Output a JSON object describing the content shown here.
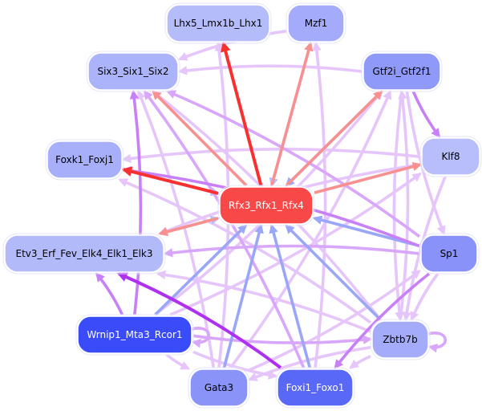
{
  "diagram": {
    "type": "directed-network",
    "nodes": [
      {
        "id": "Lhx5_Lmx1b_Lhx1",
        "label": "Lhx5_Lmx1b_Lhx1",
        "fill": "#b5bcfa",
        "text": "#000000"
      },
      {
        "id": "Mzf1",
        "label": "Mzf1",
        "fill": "#a3abfa",
        "text": "#000000"
      },
      {
        "id": "Six3_Six1_Six2",
        "label": "Six3_Six1_Six2",
        "fill": "#abb3fa",
        "text": "#000000"
      },
      {
        "id": "Gtf2i_Gtf2f1",
        "label": "Gtf2i_Gtf2f1",
        "fill": "#8f99f8",
        "text": "#000000"
      },
      {
        "id": "Foxk1_Foxj1",
        "label": "Foxk1_Foxj1",
        "fill": "#a7affa",
        "text": "#000000"
      },
      {
        "id": "Klf8",
        "label": "Klf8",
        "fill": "#b7befa",
        "text": "#000000"
      },
      {
        "id": "Rfx3_Rfx1_Rfx4",
        "label": "Rfx3_Rfx1_Rfx4",
        "fill": "#f84848",
        "text": "#ffffff"
      },
      {
        "id": "Etv3_Erf_Fev_Elk4_Elk1_Elk3",
        "label": "Etv3_Erf_Fev_Elk4_Elk1_Elk3",
        "fill": "#b3bafa",
        "text": "#000000"
      },
      {
        "id": "Sp1",
        "label": "Sp1",
        "fill": "#8892f8",
        "text": "#000000"
      },
      {
        "id": "Wrnip1_Mta3_Rcor1",
        "label": "Wrnip1_Mta3_Rcor1",
        "fill": "#3a4cfa",
        "text": "#ffffff"
      },
      {
        "id": "Zbtb7b",
        "label": "Zbtb7b",
        "fill": "#a4acfa",
        "text": "#000000"
      },
      {
        "id": "Gata3",
        "label": "Gata3",
        "fill": "#8a94f8",
        "text": "#000000"
      },
      {
        "id": "Foxi1_Foxo1",
        "label": "Foxi1_Foxo1",
        "fill": "#5a68f8",
        "text": "#ffffff"
      }
    ],
    "edge_colors": {
      "red": "#f83030",
      "salmon": "#f89090",
      "blue": "#9aa6f8",
      "light_blue": "#b8c0f8",
      "purple": "#c880f8",
      "light_purple": "#e6c6fa",
      "mid_purple": "#d8a6fa",
      "violet": "#b030f0"
    },
    "edges": [
      {
        "from": "Rfx3_Rfx1_Rfx4",
        "to": "Lhx5_Lmx1b_Lhx1",
        "color": "red"
      },
      {
        "from": "Rfx3_Rfx1_Rfx4",
        "to": "Mzf1",
        "color": "salmon"
      },
      {
        "from": "Mzf1",
        "to": "Rfx3_Rfx1_Rfx4",
        "color": "light_blue"
      },
      {
        "from": "Rfx3_Rfx1_Rfx4",
        "to": "Six3_Six1_Six2",
        "color": "salmon"
      },
      {
        "from": "Rfx3_Rfx1_Rfx4",
        "to": "Foxk1_Foxj1",
        "color": "red"
      },
      {
        "from": "Foxk1_Foxj1",
        "to": "Rfx3_Rfx1_Rfx4",
        "color": "light_blue"
      },
      {
        "from": "Rfx3_Rfx1_Rfx4",
        "to": "Gtf2i_Gtf2f1",
        "color": "salmon"
      },
      {
        "from": "Gtf2i_Gtf2f1",
        "to": "Rfx3_Rfx1_Rfx4",
        "color": "blue"
      },
      {
        "from": "Rfx3_Rfx1_Rfx4",
        "to": "Klf8",
        "color": "salmon"
      },
      {
        "from": "Rfx3_Rfx1_Rfx4",
        "to": "Etv3_Erf_Fev_Elk4_Elk1_Elk3",
        "color": "salmon"
      },
      {
        "from": "Etv3_Erf_Fev_Elk4_Elk1_Elk3",
        "to": "Rfx3_Rfx1_Rfx4",
        "color": "light_blue"
      },
      {
        "from": "Sp1",
        "to": "Rfx3_Rfx1_Rfx4",
        "color": "blue"
      },
      {
        "from": "Wrnip1_Mta3_Rcor1",
        "to": "Rfx3_Rfx1_Rfx4",
        "color": "blue"
      },
      {
        "from": "Gata3",
        "to": "Rfx3_Rfx1_Rfx4",
        "color": "blue"
      },
      {
        "from": "Foxi1_Foxo1",
        "to": "Rfx3_Rfx1_Rfx4",
        "color": "blue"
      },
      {
        "from": "Zbtb7b",
        "to": "Rfx3_Rfx1_Rfx4",
        "color": "blue"
      },
      {
        "from": "Gtf2i_Gtf2f1",
        "to": "Klf8",
        "color": "purple"
      },
      {
        "from": "Mzf1",
        "to": "Six3_Six1_Six2",
        "color": "light_purple"
      },
      {
        "from": "Gtf2i_Gtf2f1",
        "to": "Six3_Six1_Six2",
        "color": "light_purple"
      },
      {
        "from": "Sp1",
        "to": "Six3_Six1_Six2",
        "color": "mid_purple"
      },
      {
        "from": "Zbtb7b",
        "to": "Six3_Six1_Six2",
        "color": "light_purple"
      },
      {
        "from": "Wrnip1_Mta3_Rcor1",
        "to": "Six3_Six1_Six2",
        "color": "purple"
      },
      {
        "from": "Gata3",
        "to": "Six3_Six1_Six2",
        "color": "light_purple"
      },
      {
        "from": "Gata3",
        "to": "Lhx5_Lmx1b_Lhx1",
        "color": "light_purple"
      },
      {
        "from": "Foxi1_Foxo1",
        "to": "Mzf1",
        "color": "light_purple"
      },
      {
        "from": "Klf8",
        "to": "Foxk1_Foxj1",
        "color": "light_purple"
      },
      {
        "from": "Sp1",
        "to": "Foxk1_Foxj1",
        "color": "purple"
      },
      {
        "from": "Zbtb7b",
        "to": "Foxk1_Foxj1",
        "color": "light_purple"
      },
      {
        "from": "Sp1",
        "to": "Etv3_Erf_Fev_Elk4_Elk1_Elk3",
        "color": "mid_purple"
      },
      {
        "from": "Zbtb7b",
        "to": "Etv3_Erf_Fev_Elk4_Elk1_Elk3",
        "color": "light_purple"
      },
      {
        "from": "Klf8",
        "to": "Etv3_Erf_Fev_Elk4_Elk1_Elk3",
        "color": "light_purple"
      },
      {
        "from": "Foxi1_Foxo1",
        "to": "Etv3_Erf_Fev_Elk4_Elk1_Elk3",
        "color": "violet"
      },
      {
        "from": "Wrnip1_Mta3_Rcor1",
        "to": "Etv3_Erf_Fev_Elk4_Elk1_Elk3",
        "color": "purple"
      },
      {
        "from": "Gtf2i_Gtf2f1",
        "to": "Zbtb7b",
        "color": "light_purple"
      },
      {
        "from": "Gtf2i_Gtf2f1",
        "to": "Sp1",
        "color": "light_purple"
      },
      {
        "from": "Klf8",
        "to": "Zbtb7b",
        "color": "light_purple"
      },
      {
        "from": "Sp1",
        "to": "Zbtb7b",
        "color": "light_purple"
      },
      {
        "from": "Sp1",
        "to": "Foxi1_Foxo1",
        "color": "purple"
      },
      {
        "from": "Zbtb7b",
        "to": "Gata3",
        "color": "light_purple"
      },
      {
        "from": "Zbtb7b",
        "to": "Foxi1_Foxo1",
        "color": "light_purple"
      },
      {
        "from": "Wrnip1_Mta3_Rcor1",
        "to": "Gata3",
        "color": "light_purple"
      },
      {
        "from": "Wrnip1_Mta3_Rcor1",
        "to": "Foxi1_Foxo1",
        "color": "light_purple"
      },
      {
        "from": "Wrnip1_Mta3_Rcor1",
        "to": "Zbtb7b",
        "color": "mid_purple"
      },
      {
        "from": "Wrnip1_Mta3_Rcor1",
        "to": "Klf8",
        "color": "light_purple"
      },
      {
        "from": "Wrnip1_Mta3_Rcor1",
        "to": "Gtf2i_Gtf2f1",
        "color": "light_purple"
      },
      {
        "from": "Gata3",
        "to": "Gtf2i_Gtf2f1",
        "color": "light_purple"
      },
      {
        "from": "Gata3",
        "to": "Sp1",
        "color": "light_purple"
      },
      {
        "from": "Foxi1_Foxo1",
        "to": "Six3_Six1_Six2",
        "color": "mid_purple"
      },
      {
        "from": "Zbtb7b",
        "to": "Gtf2i_Gtf2f1",
        "color": "light_purple"
      },
      {
        "from": "Wrnip1_Mta3_Rcor1",
        "to": "Wrnip1_Mta3_Rcor1",
        "color": "mid_purple"
      },
      {
        "from": "Zbtb7b",
        "to": "Zbtb7b",
        "color": "mid_purple"
      }
    ]
  }
}
